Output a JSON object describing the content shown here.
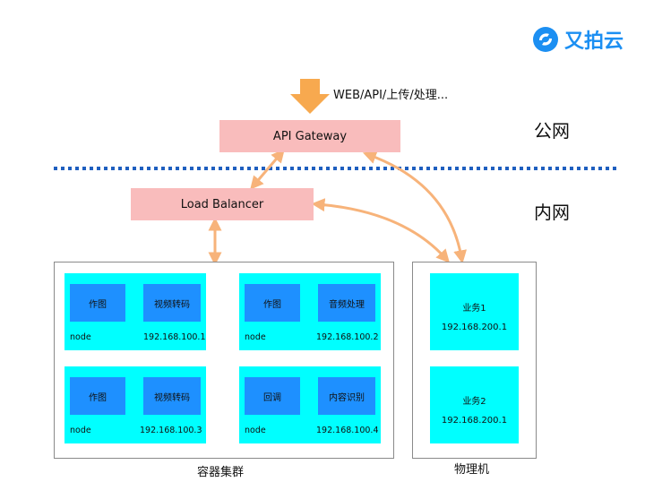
{
  "logo": {
    "text": "又拍云"
  },
  "top_label": "WEB/API/上传/处理...",
  "api_gateway": "API Gateway",
  "load_balancer": "Load Balancer",
  "zones": {
    "public": "公网",
    "private": "内网"
  },
  "container_cluster": {
    "label": "容器集群",
    "nodes": [
      {
        "services": [
          "作图",
          "视频转码"
        ],
        "node_label": "node",
        "ip": "192.168.100.1"
      },
      {
        "services": [
          "作图",
          "音频处理"
        ],
        "node_label": "node",
        "ip": "192.168.100.2"
      },
      {
        "services": [
          "作图",
          "视频转码"
        ],
        "node_label": "node",
        "ip": "192.168.100.3"
      },
      {
        "services": [
          "回调",
          "内容识别"
        ],
        "node_label": "node",
        "ip": "192.168.100.4"
      }
    ]
  },
  "physical": {
    "label": "物理机",
    "machines": [
      {
        "name": "业务1",
        "ip": "192.168.200.1"
      },
      {
        "name": "业务2",
        "ip": "192.168.200.1"
      }
    ]
  },
  "colors": {
    "pink": "#f9bcbc",
    "cyan": "#00ffff",
    "blue": "#1e90ff",
    "arrow": "#f7b37a",
    "dotted": "#1f5fbf",
    "logo": "#1c8ff2"
  }
}
